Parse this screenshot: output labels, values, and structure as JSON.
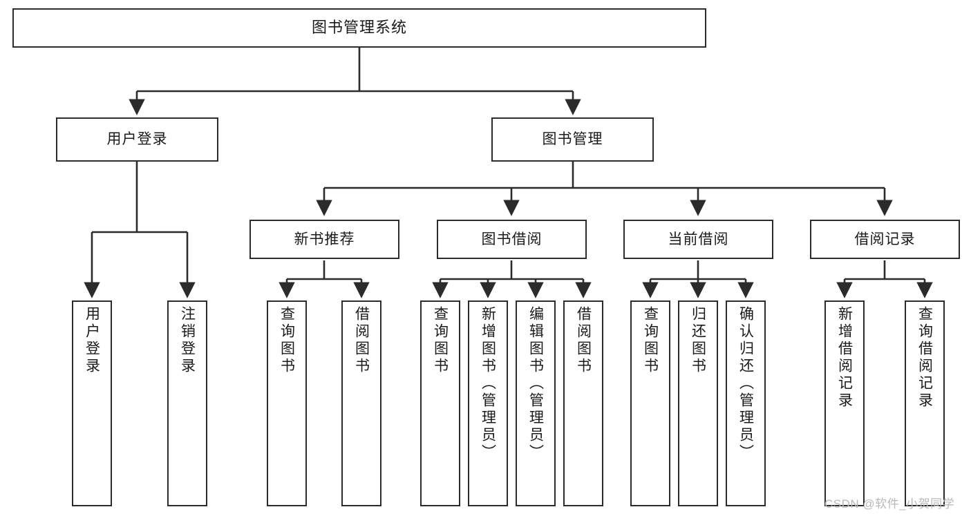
{
  "diagram": {
    "title": "图书管理系统",
    "type": "功能结构图",
    "colors": {
      "stroke": "#2b2b2b",
      "fill": "#ffffff",
      "text": "#1a1a1a",
      "watermark": "#b9b9b9"
    },
    "root": {
      "label": "图书管理系统"
    },
    "level2": [
      {
        "label": "用户登录"
      },
      {
        "label": "图书管理"
      }
    ],
    "level3": [
      {
        "label": "新书推荐"
      },
      {
        "label": "图书借阅"
      },
      {
        "label": "当前借阅"
      },
      {
        "label": "借阅记录"
      }
    ],
    "leaves": [
      {
        "label": "用户登录",
        "parent": "用户登录"
      },
      {
        "label": "注销登录",
        "parent": "用户登录"
      },
      {
        "label": "查询图书",
        "parent": "新书推荐"
      },
      {
        "label": "借阅图书",
        "parent": "新书推荐"
      },
      {
        "label": "查询图书",
        "parent": "图书借阅"
      },
      {
        "label": "新增图书（管理员）",
        "parent": "图书借阅"
      },
      {
        "label": "编辑图书（管理员）",
        "parent": "图书借阅"
      },
      {
        "label": "借阅图书",
        "parent": "图书借阅"
      },
      {
        "label": "查询图书",
        "parent": "当前借阅"
      },
      {
        "label": "归还图书",
        "parent": "当前借阅"
      },
      {
        "label": "确认归还（管理员）",
        "parent": "当前借阅"
      },
      {
        "label": "新增借阅记录",
        "parent": "借阅记录"
      },
      {
        "label": "查询借阅记录",
        "parent": "借阅记录"
      }
    ],
    "watermark": "CSDN @软件_小贺同学"
  }
}
